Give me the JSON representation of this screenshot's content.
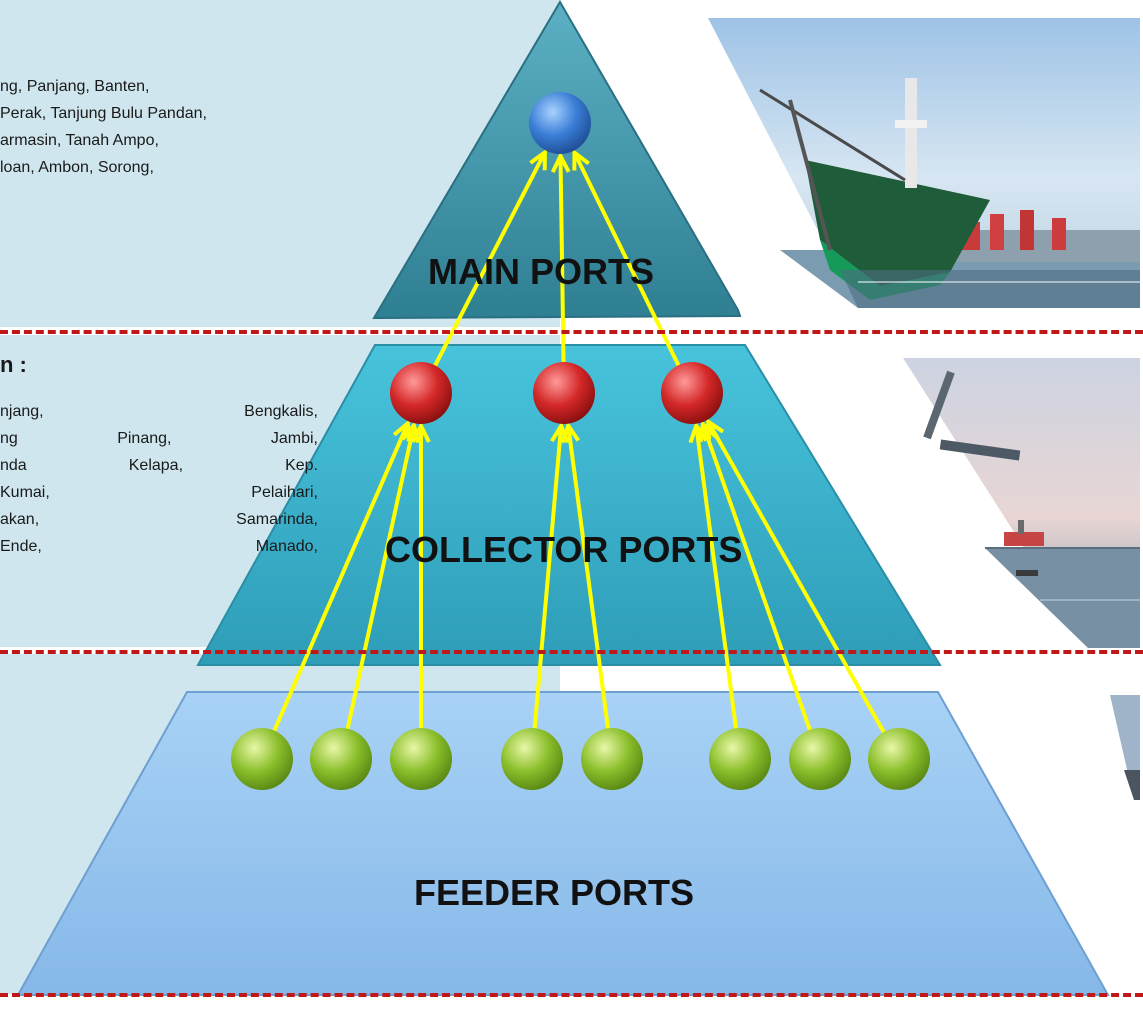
{
  "tiers": [
    {
      "name": "MAIN PORTS",
      "node_color": "#3a7ed6",
      "band_color": "#cfe6ee",
      "description_lines": [
        "ng, Panjang, Banten,",
        "Perak, Tanjung Bulu Pandan,",
        "armasin, Tanah Ampo,",
        "loan, Ambon, Sorong,"
      ]
    },
    {
      "name": "COLLECTOR PORTS",
      "node_color": "#d42828",
      "band_color": "#cfe6ee",
      "heading_fragment": "n :",
      "description_lines": [
        "njang,  Bengkalis,",
        "ng Pinang, Jambi,",
        "nda Kelapa, Kep.",
        "Kumai, Pelaihari,",
        "akan,  Samarinda,",
        "Ende,  Manado,"
      ]
    },
    {
      "name": "FEEDER PORTS",
      "node_color": "#8cbf2c",
      "band_color": "#cfe6ee"
    }
  ],
  "colors": {
    "main_triangle": "#3c93a8",
    "collector_trapezoid": "#3bb1cc",
    "feeder_trapezoid": "#93c4ee",
    "link": "#ffff00",
    "divider": "#c01818"
  },
  "links": [
    [
      "collector-1",
      "main-1"
    ],
    [
      "collector-2",
      "main-1"
    ],
    [
      "collector-3",
      "main-1"
    ],
    [
      "feeder-1",
      "collector-1"
    ],
    [
      "feeder-2",
      "collector-1"
    ],
    [
      "feeder-3",
      "collector-1"
    ],
    [
      "feeder-4",
      "collector-2"
    ],
    [
      "feeder-5",
      "collector-2"
    ],
    [
      "feeder-6",
      "collector-3"
    ],
    [
      "feeder-7",
      "collector-3"
    ],
    [
      "feeder-8",
      "collector-3"
    ]
  ],
  "photos": [
    "container-ship-photo",
    "harbor-cranes-photo",
    "port-photo-fragment"
  ]
}
